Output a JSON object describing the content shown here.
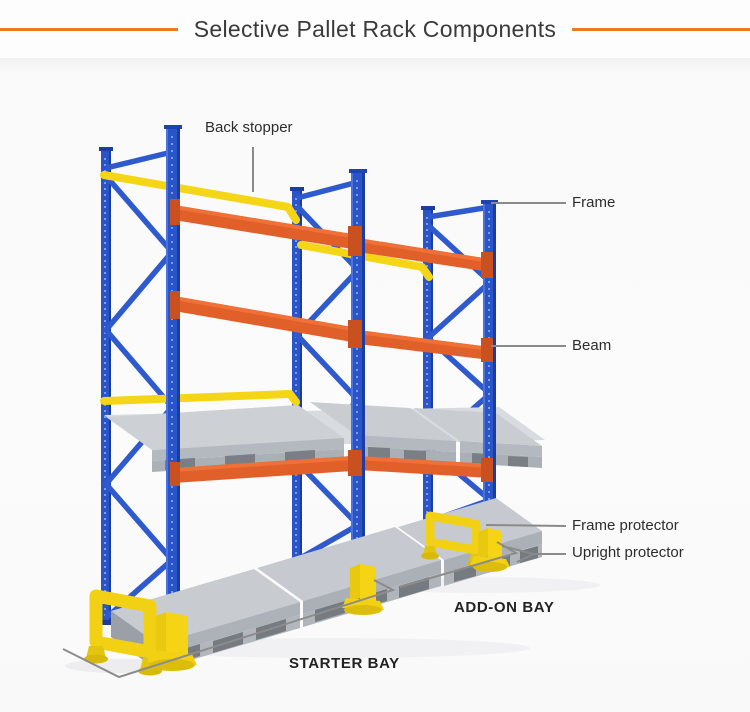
{
  "header": {
    "title": "Selective Pallet Rack Components",
    "divider_color": "#ee7a1e"
  },
  "diagram": {
    "callouts": [
      {
        "id": "back_stopper",
        "label": "Back stopper"
      },
      {
        "id": "frame",
        "label": "Frame"
      },
      {
        "id": "beam",
        "label": "Beam"
      },
      {
        "id": "frame_protector",
        "label": "Frame protector"
      },
      {
        "id": "upright_protector",
        "label": "Upright protector"
      }
    ],
    "bays": [
      {
        "id": "add_on_bay",
        "label": "ADD-ON BAY"
      },
      {
        "id": "starter_bay",
        "label": "STARTER BAY"
      }
    ],
    "colors": {
      "upright_blue": "#2a55c8",
      "beam_orange": "#e1602a",
      "protector_yellow": "#f4d414",
      "pallet_gray": "#b2b7bd",
      "leader_gray": "#8a8a8a"
    }
  }
}
